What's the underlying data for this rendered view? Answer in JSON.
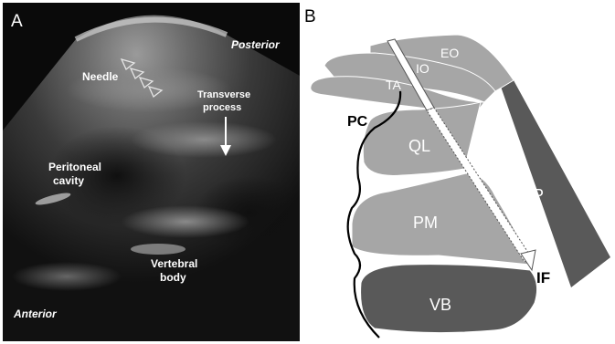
{
  "panel_a": {
    "letter": "A",
    "labels": {
      "posterior": "Posterior",
      "needle": "Needle",
      "transverse_process_line1": "Transverse",
      "transverse_process_line2": "process",
      "peritoneal_line1": "Peritoneal",
      "peritoneal_line2": "cavity",
      "vertebral_line1": "Vertebral",
      "vertebral_line2": "body",
      "anterior": "Anterior"
    }
  },
  "panel_b": {
    "letter": "B",
    "labels": {
      "eo": "EO",
      "io": "IO",
      "ta": "TA",
      "pc": "PC",
      "ql": "QL",
      "tp": "TP",
      "pm": "PM",
      "if": "IF",
      "vb": "VB"
    }
  },
  "colors": {
    "muscle_light": "#a6a6a6",
    "muscle_mid": "#8c8c8c",
    "bone_dark": "#595959",
    "ultrasound_bg": "#0a0a0a",
    "label_white": "#ffffff",
    "label_black": "#000000"
  }
}
